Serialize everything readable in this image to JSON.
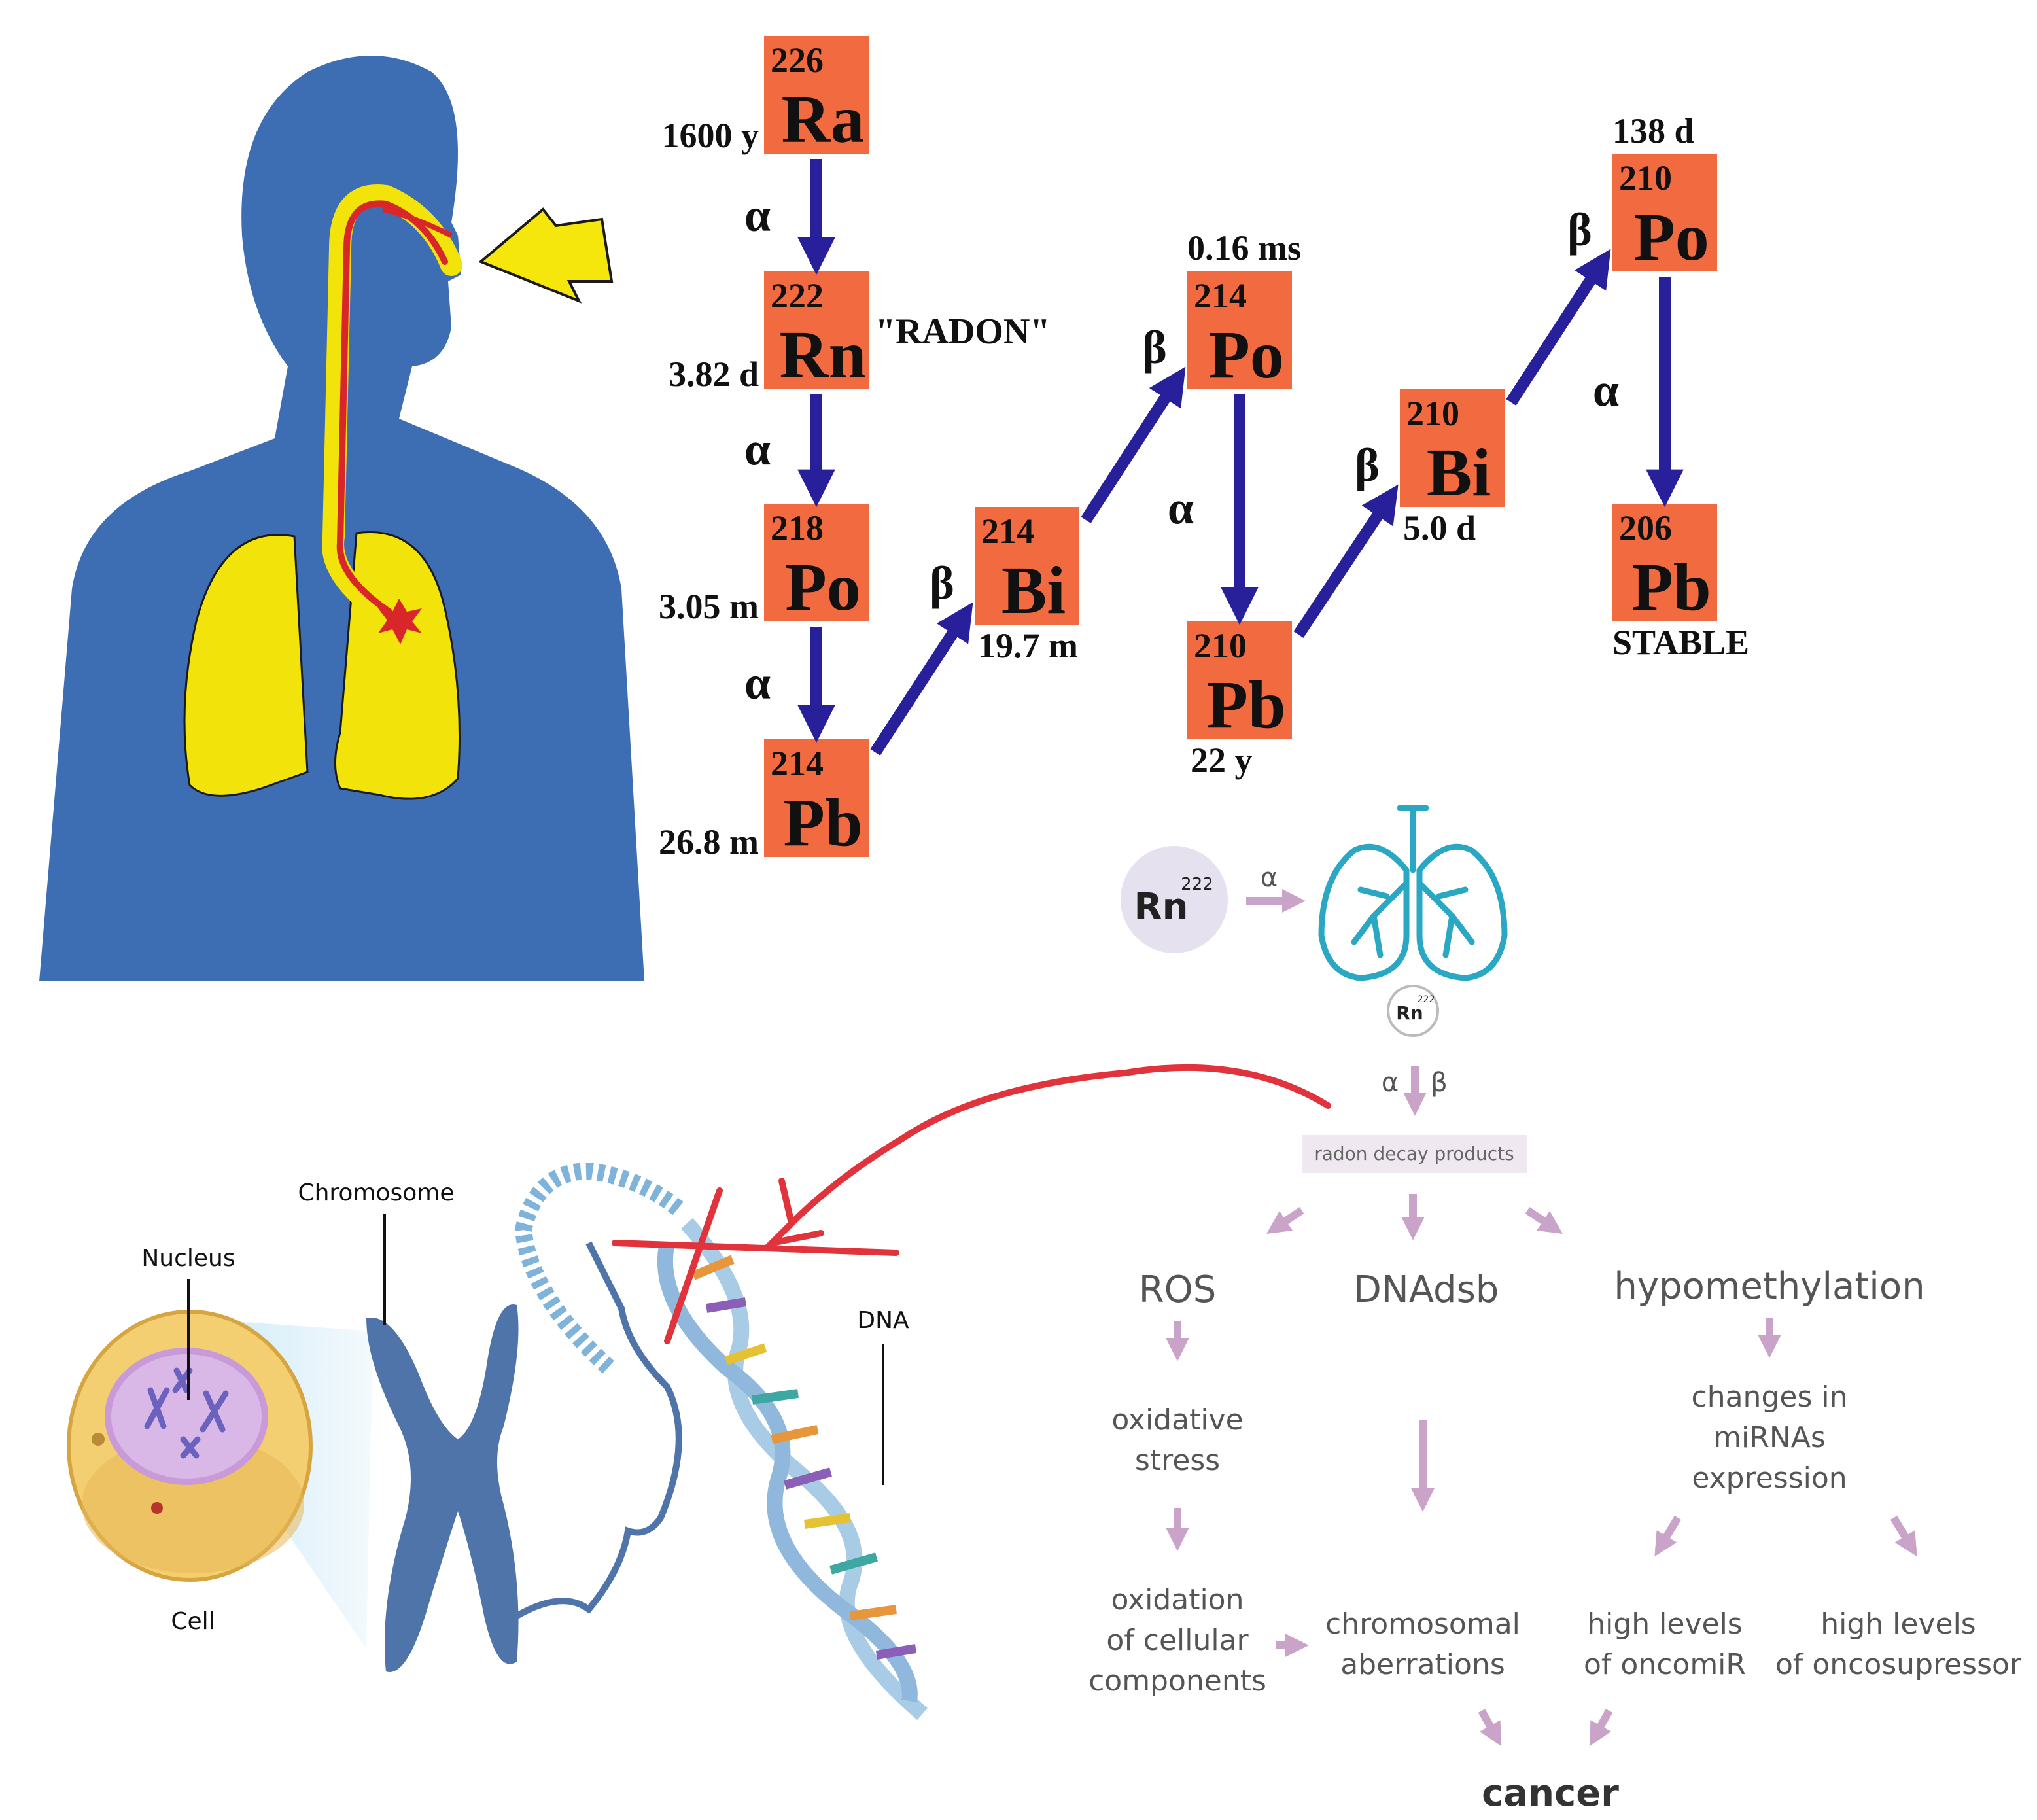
{
  "colors": {
    "body_blue": "#3d6db3",
    "lung_yellow": "#f2e40a",
    "airway_red": "#d8262b",
    "inhale_arrow": "#f5e60c",
    "element_box": "#f26a3f",
    "decay_arrow": "#27209a",
    "flow_arrow": "#c9a3c8",
    "flow_text": "#555555",
    "lung_outline": "#2aa7c2",
    "rn_circle": "#e6e1ee",
    "decay_label_bg": "#efe8f1",
    "marker_red": "#e0333b",
    "chromosome_blue": "#4e74aa",
    "cell_yellow": "#f4cf71",
    "nucleus_purple": "#d9b8e8"
  },
  "decay_chain": {
    "elements": [
      {
        "id": "ra226",
        "mass": "226",
        "symbol": "Ra",
        "half_life": "1600 y"
      },
      {
        "id": "rn222",
        "mass": "222",
        "symbol": "Rn",
        "half_life": "3.82 d",
        "note": "\"RADON\""
      },
      {
        "id": "po218",
        "mass": "218",
        "symbol": "Po",
        "half_life": "3.05 m"
      },
      {
        "id": "pb214",
        "mass": "214",
        "symbol": "Pb",
        "half_life": "26.8 m"
      },
      {
        "id": "bi214",
        "mass": "214",
        "symbol": "Bi",
        "half_life": "19.7 m"
      },
      {
        "id": "po214",
        "mass": "214",
        "symbol": "Po",
        "half_life": "0.16 ms"
      },
      {
        "id": "pb210",
        "mass": "210",
        "symbol": "Pb",
        "half_life": "22 y"
      },
      {
        "id": "bi210",
        "mass": "210",
        "symbol": "Bi",
        "half_life": "5.0 d"
      },
      {
        "id": "po210",
        "mass": "210",
        "symbol": "Po",
        "half_life": "138 d"
      },
      {
        "id": "pb206",
        "mass": "206",
        "symbol": "Pb",
        "half_life": "STABLE"
      }
    ],
    "decays": [
      {
        "from": "ra226",
        "to": "rn222",
        "mode": "α"
      },
      {
        "from": "rn222",
        "to": "po218",
        "mode": "α"
      },
      {
        "from": "po218",
        "to": "pb214",
        "mode": "α"
      },
      {
        "from": "pb214",
        "to": "bi214",
        "mode": "β"
      },
      {
        "from": "bi214",
        "to": "po214",
        "mode": "β"
      },
      {
        "from": "po214",
        "to": "pb210",
        "mode": "α"
      },
      {
        "from": "pb210",
        "to": "bi210",
        "mode": "β"
      },
      {
        "from": "bi210",
        "to": "po210",
        "mode": "β"
      },
      {
        "from": "po210",
        "to": "pb206",
        "mode": "α"
      }
    ]
  },
  "cell_labels": {
    "nucleus": "Nucleus",
    "chromosome": "Chromosome",
    "dna": "DNA",
    "cell": "Cell"
  },
  "flow": {
    "rn_symbol": "Rn",
    "rn_mass": "222",
    "inhale_mode": "α",
    "lung_rn_symbol": "Rn",
    "lung_rn_mass": "222",
    "decay_modes": "α",
    "decay_modes_beta": "β",
    "decay_products": "radon decay products",
    "ros": "ROS",
    "dnadsb": "DNAdsb",
    "hypomethylation": "hypomethylation",
    "oxidative_stress": [
      "oxidative",
      "stress"
    ],
    "oxidation": [
      "oxidation",
      "of cellular",
      "components"
    ],
    "chromosomal": [
      "chromosomal",
      "aberrations"
    ],
    "mirna": [
      "changes in",
      "miRNAs",
      "expression"
    ],
    "oncomir": [
      "high levels",
      "of oncomiR"
    ],
    "oncosupressor": [
      "high levels",
      "of oncosupressor"
    ],
    "cancer": "cancer"
  }
}
